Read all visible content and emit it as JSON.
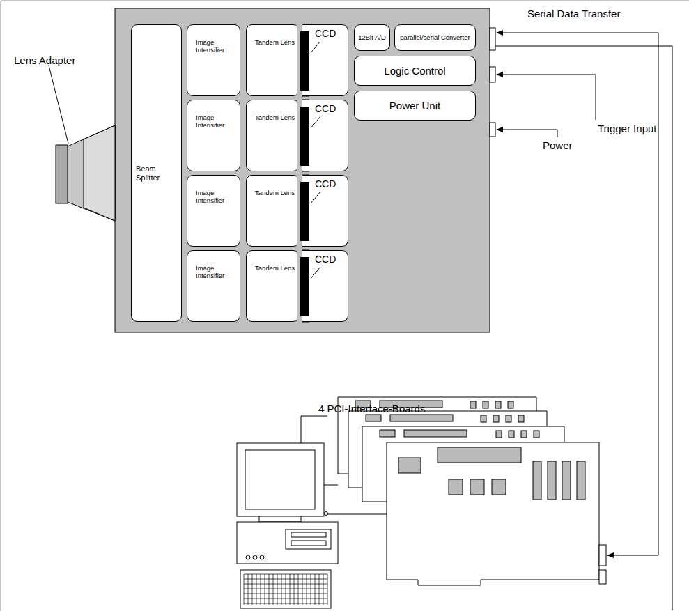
{
  "diagram": {
    "nodes": [
      {
        "text": [
          "Beam Splitter"
        ]
      },
      {
        "text": [
          "Image Intensifier"
        ]
      },
      {
        "text": [
          "Tandem Lens"
        ]
      },
      {
        "text": [
          "CCD"
        ]
      },
      {
        "text": [
          "Image Intensifier"
        ]
      },
      {
        "text": [
          "Tandem Lens"
        ]
      },
      {
        "text": [
          "CCD"
        ]
      },
      {
        "text": [
          "Image Intensifier"
        ]
      },
      {
        "text": [
          "Tandem Lens"
        ]
      },
      {
        "text": [
          "CCD"
        ]
      },
      {
        "text": [
          "Image Intensifier"
        ]
      },
      {
        "text": [
          "Tandem Lens"
        ]
      },
      {
        "text": [
          "CCD"
        ]
      },
      {
        "text": [
          "12Bit A/D"
        ]
      },
      {
        "text": [
          "parallel/serial Converter"
        ]
      },
      {
        "text": [
          "Logic Control"
        ]
      },
      {
        "text": [
          "Power Unit"
        ]
      }
    ],
    "labels": [
      "Lens Adapter",
      "Serial Data Transfer",
      "Trigger Input",
      "Power",
      "4 PCI-Interface-Boards"
    ]
  }
}
